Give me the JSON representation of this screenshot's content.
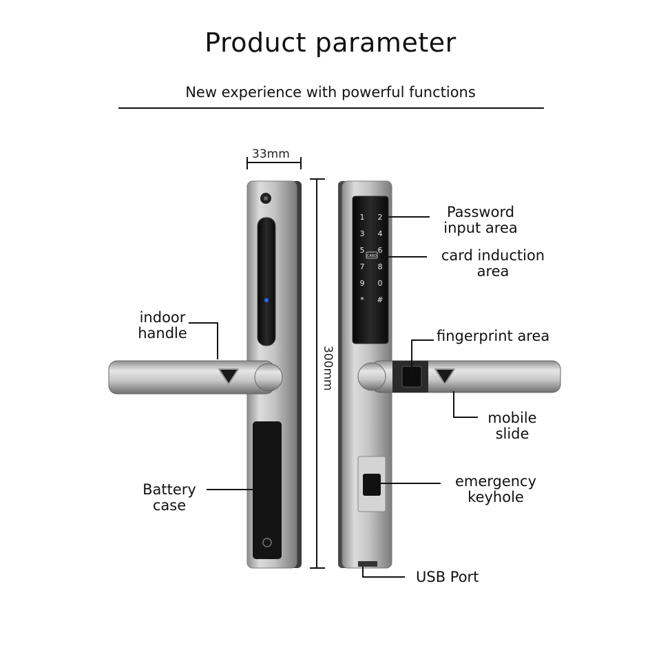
{
  "header": {
    "title": "Product parameter",
    "subtitle": "New experience with powerful functions"
  },
  "dimensions": {
    "width": "33mm",
    "height": "300mm"
  },
  "keypad": {
    "keys": [
      "1",
      "2",
      "3",
      "4",
      "5",
      "6",
      "7",
      "8",
      "9",
      "0",
      "*",
      "#"
    ],
    "card_mark": "CARD"
  },
  "callouts": {
    "indoor_handle": [
      "indoor",
      "handle"
    ],
    "battery_case": [
      "Battery",
      "case"
    ],
    "password_input_area": [
      "Password",
      "input area"
    ],
    "card_induction_area": [
      "card induction",
      "area"
    ],
    "fingerprint_area": "fingerprint area",
    "mobile_slide": [
      "mobile",
      "slide"
    ],
    "emergency_keyhole": [
      "emergency",
      "keyhole"
    ],
    "usb_port": "USB Port"
  }
}
